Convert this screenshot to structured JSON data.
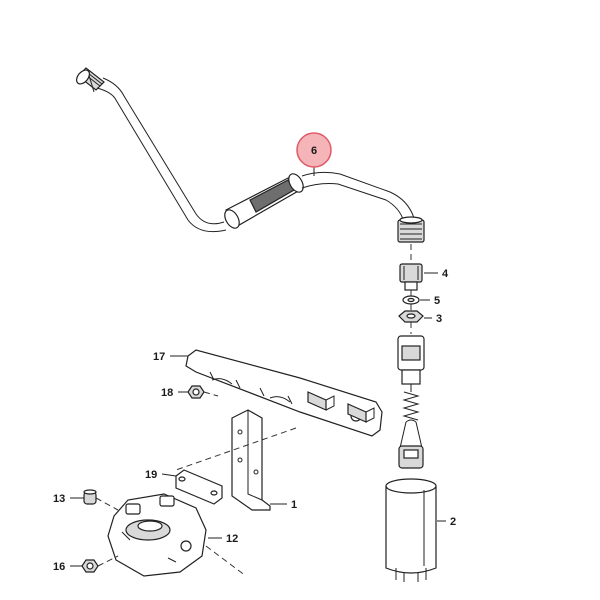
{
  "parts": {
    "highlighted": {
      "number": "6",
      "fill": "#f4b4b8",
      "stroke": "#e05a66"
    },
    "callouts": [
      {
        "id": "p4",
        "number": "4"
      },
      {
        "id": "p5",
        "number": "5"
      },
      {
        "id": "p3",
        "number": "3"
      },
      {
        "id": "p17",
        "number": "17"
      },
      {
        "id": "p18",
        "number": "18"
      },
      {
        "id": "p19",
        "number": "19"
      },
      {
        "id": "p1",
        "number": "1"
      },
      {
        "id": "p2",
        "number": "2"
      },
      {
        "id": "p13",
        "number": "13"
      },
      {
        "id": "p12",
        "number": "12"
      },
      {
        "id": "p16",
        "number": "16"
      }
    ]
  }
}
